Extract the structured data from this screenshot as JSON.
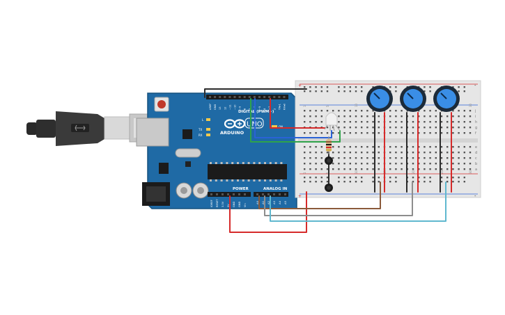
{
  "arduino": {
    "brand": "ARDUINO",
    "model": "UNO",
    "digital_label": "DIGITAL (PWM~)",
    "power_label": "POWER",
    "analog_label": "ANALOG IN",
    "on_label": "ON",
    "l_label": "L",
    "tx_label": "TX",
    "rx_label": "RX",
    "top_pins": [
      "AREF",
      "GND",
      "13",
      "12",
      "~11",
      "~10",
      "~9",
      "8",
      "7",
      "~6",
      "~5",
      "4",
      "~3",
      "2",
      "TX▸1",
      "RX◂0"
    ],
    "power_pins": [
      "IOREF",
      "RESET",
      "3.3V",
      "5V",
      "GND",
      "GND",
      "Vin"
    ],
    "analog_pins": [
      "A0",
      "A1",
      "A2",
      "A3",
      "A4",
      "A5"
    ]
  },
  "breadboard": {
    "row_letters_top": [
      "j",
      "i",
      "h",
      "g",
      "f"
    ],
    "row_letters_bottom": [
      "e",
      "d",
      "c",
      "b",
      "a"
    ],
    "column_numbers": [
      "1",
      "5",
      "10",
      "15",
      "20",
      "25",
      "30"
    ],
    "rail_plus": "+",
    "rail_minus": "-"
  },
  "colors": {
    "board_blue": "#1f6aa5",
    "wire_black": "#2b2b2b",
    "wire_red": "#d62a2a",
    "wire_blue": "#2a62d6",
    "wire_green": "#2fa34a",
    "wire_brown": "#8a5a3a",
    "wire_gray": "#8d8d8d",
    "wire_cyan": "#5fb8cf",
    "pot_blue": "#3a8ee6"
  },
  "icons": [
    "usb-cable-icon",
    "potentiometer-icon",
    "led-icon",
    "resistor-icon",
    "pushbutton-icon"
  ]
}
